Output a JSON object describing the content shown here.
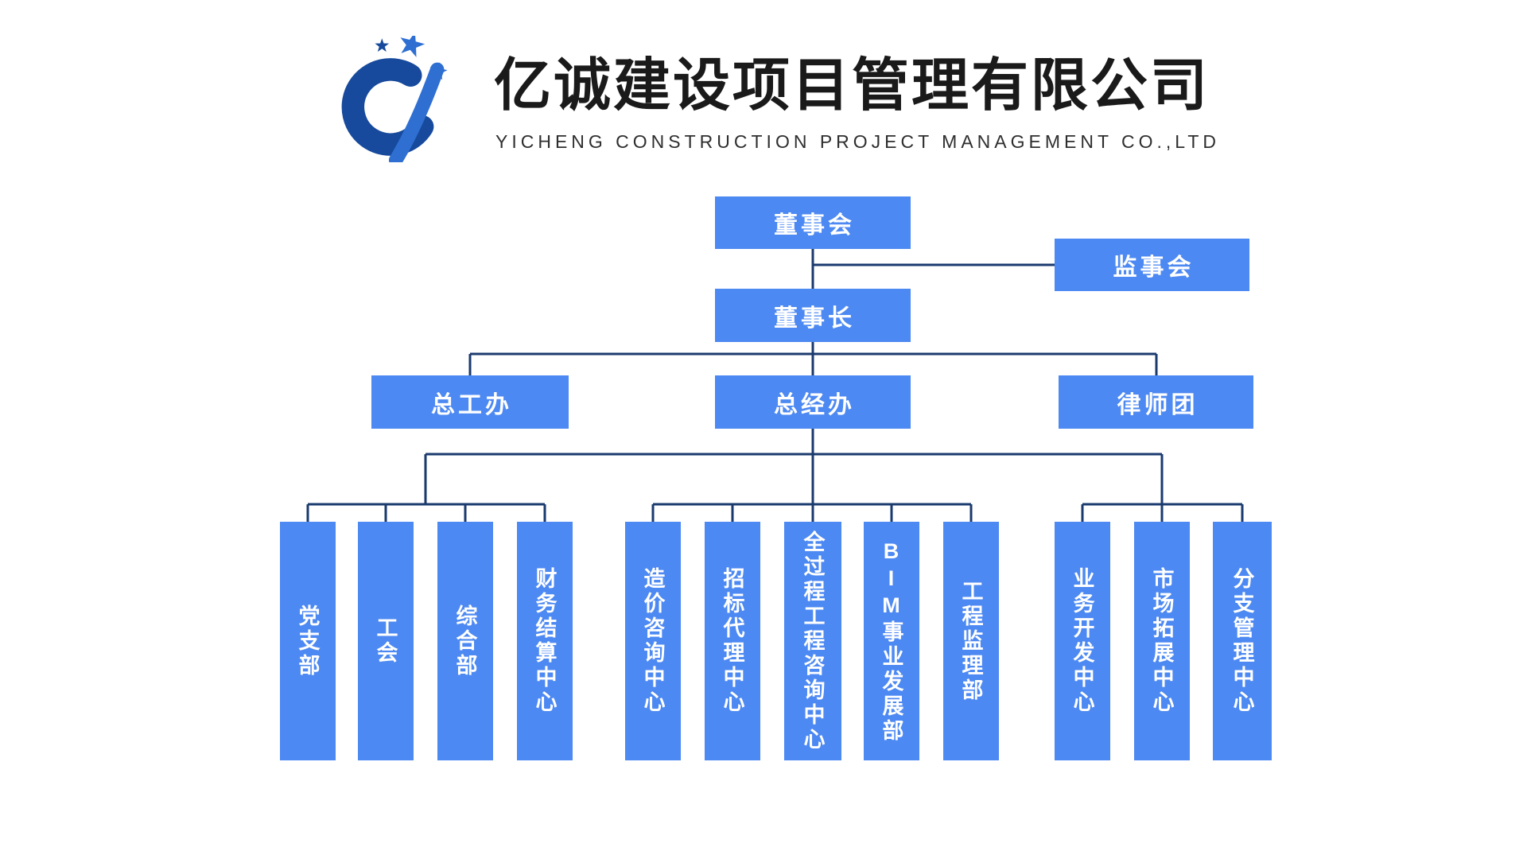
{
  "header": {
    "company_name_zh": "亿诚建设项目管理有限公司",
    "company_name_en": "YICHENG CONSTRUCTION PROJECT MANAGEMENT CO.,LTD",
    "logo_name": "yicheng-logo"
  },
  "colors": {
    "box_blue": "#4d89f2",
    "line_navy": "#1a3a6e",
    "logo_dark_blue": "#174a9c",
    "logo_light_blue": "#2f6fd2",
    "title_black": "#1a1a1a"
  },
  "org": {
    "board": "董事会",
    "supervisory": "监事会",
    "chairman": "董事长",
    "level3": [
      "总工办",
      "总经办",
      "律师团"
    ],
    "left_group": [
      "党支部",
      "工会",
      "综合部",
      "财务结算中心"
    ],
    "middle_group": [
      "造价咨询中心",
      "招标代理中心",
      "全过程工程咨询中心",
      "BIM事业发展部",
      "工程监理部"
    ],
    "right_group": [
      "业务开发中心",
      "市场拓展中心",
      "分支管理中心"
    ]
  }
}
